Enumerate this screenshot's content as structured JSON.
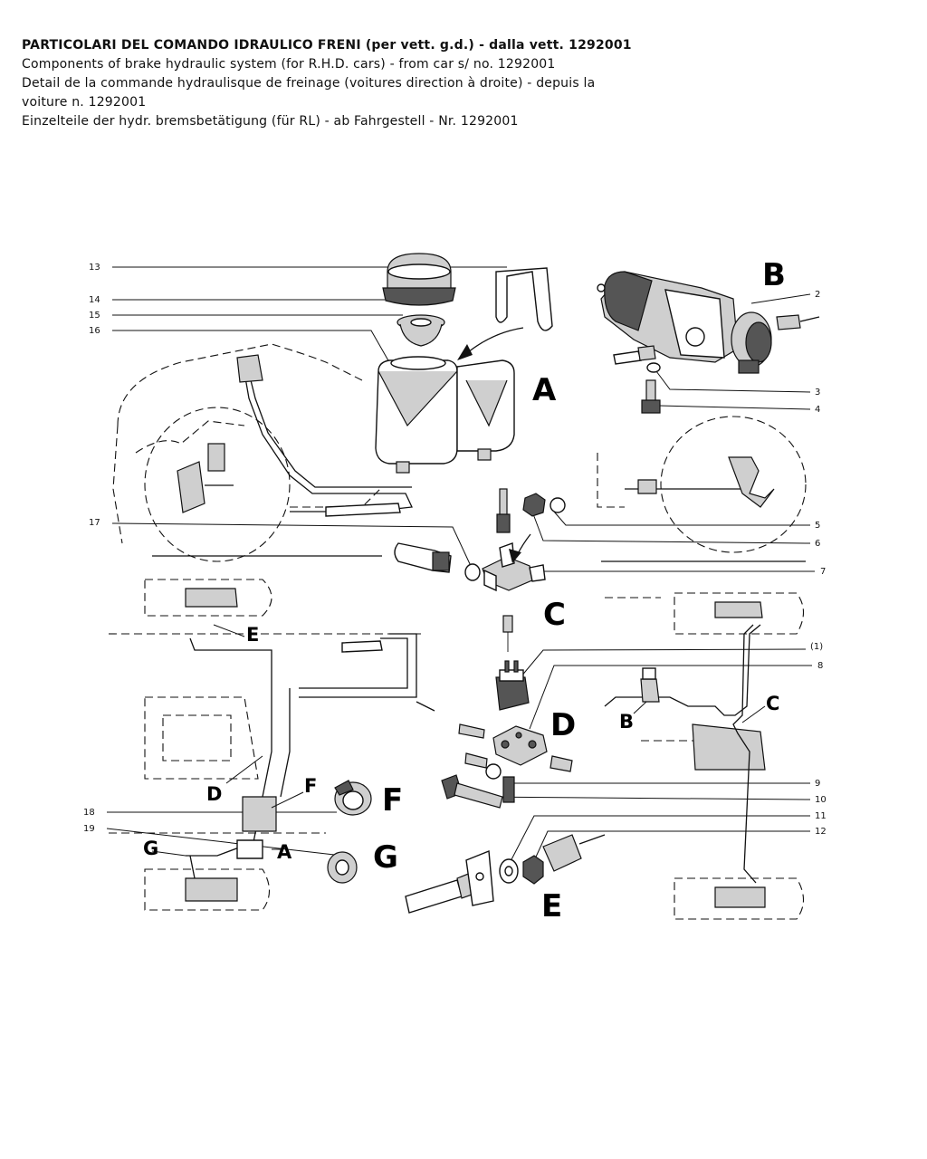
{
  "header": {
    "title_it": "PARTICOLARI DEL COMANDO IDRAULICO FRENI (per vett. g.d.) - dalla vett. 1292001",
    "title_en": "Components of brake hydraulic system (for R.H.D. cars) - from car s/ no. 1292001",
    "title_fr_1": "Detail de la commande hydraulisque de freinage (voitures direction à droite) - depuis la",
    "title_fr_2": "voiture n. 1292001",
    "title_de": "Einzelteile der hydr. bremsbetätigung (für RL) - ab Fahrgestell - Nr. 1292001"
  },
  "callouts": {
    "n1": "(1)",
    "n2": "2",
    "n3": "3",
    "n4": "4",
    "n5": "5",
    "n6": "6",
    "n7": "7",
    "n8": "8",
    "n9": "9",
    "n10": "10",
    "n11": "11",
    "n12": "12",
    "n13": "13",
    "n14": "14",
    "n15": "15",
    "n16": "16",
    "n17": "17",
    "n18": "18",
    "n19": "19"
  },
  "groups": {
    "A": "A",
    "B": "B",
    "C": "C",
    "D": "D",
    "E": "E",
    "F": "F",
    "G": "G"
  }
}
